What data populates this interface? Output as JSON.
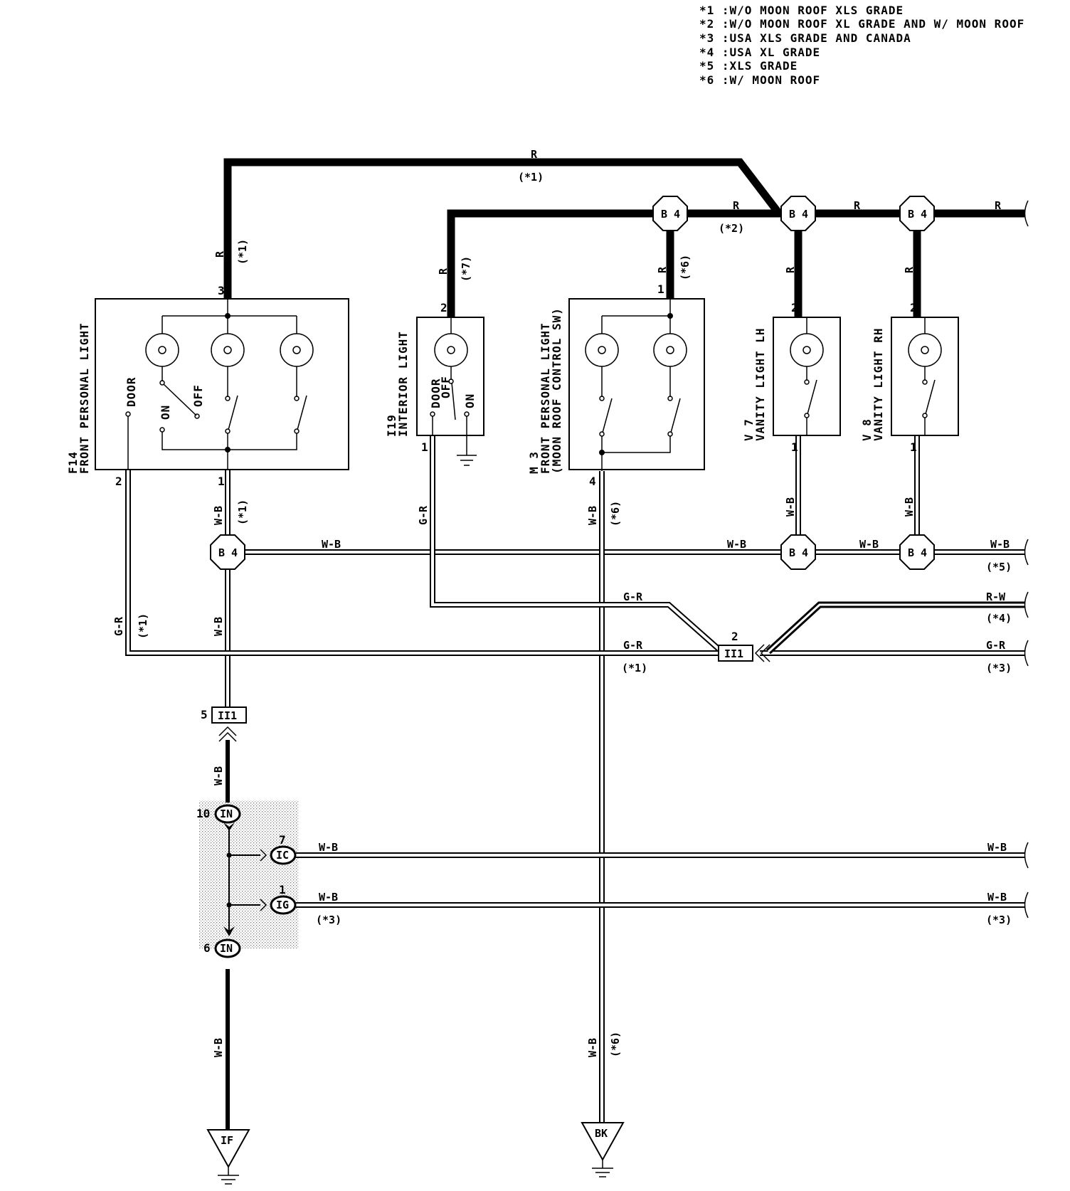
{
  "notes": [
    "*1 :W/O MOON ROOF XLS GRADE",
    "*2 :W/O MOON ROOF XL GRADE AND W/ MOON ROOF",
    "*3 :USA XLS GRADE AND CANADA",
    "*4 :USA XL GRADE",
    "*5 :XLS GRADE",
    "*6 :W/ MOON ROOF"
  ],
  "components": {
    "f14": {
      "code": "F14",
      "name": "FRONT PERSONAL LIGHT",
      "switch_door": "DOOR",
      "switch_on": "ON",
      "switch_off": "OFF",
      "pin_top": "3",
      "pin_bottom_left": "2",
      "pin_bottom": "1"
    },
    "i19": {
      "code": "I19",
      "name": "INTERIOR LIGHT",
      "switch_door": "DOOR",
      "switch_off": "OFF",
      "switch_on": "ON",
      "pin_top": "2",
      "pin_bottom": "1"
    },
    "m3": {
      "code": "M 3",
      "name": "FRONT PERSONAL LIGHT",
      "name2": "(MOON ROOF CONTROL SW)",
      "pin_top": "1",
      "pin_bottom": "4"
    },
    "v7": {
      "code": "V 7",
      "name": "VANITY LIGHT LH",
      "pin_top": "2",
      "pin_bottom": "1"
    },
    "v8": {
      "code": "V 8",
      "name": "VANITY LIGHT RH",
      "pin_top": "2",
      "pin_bottom": "1"
    }
  },
  "wires": {
    "r": "R",
    "wb": "W-B",
    "gr": "G-R",
    "rw": "R-W",
    "n1": "(*1)",
    "n2": "(*2)",
    "n3": "(*3)",
    "n4": "(*4)",
    "n5": "(*5)",
    "n6": "(*6)",
    "n7": "(*7)"
  },
  "junctions": {
    "b4": "B 4"
  },
  "connectors": {
    "ii1": "II1",
    "ii1_pin_top": "2",
    "ii1_pin_left": "5",
    "in": "IN",
    "in_pin_top": "10",
    "in_pin_bottom": "6",
    "ic": "IC",
    "ic_pin": "7",
    "ig": "IG",
    "ig_pin": "1"
  },
  "grounds": {
    "if": "IF",
    "bk": "BK"
  }
}
